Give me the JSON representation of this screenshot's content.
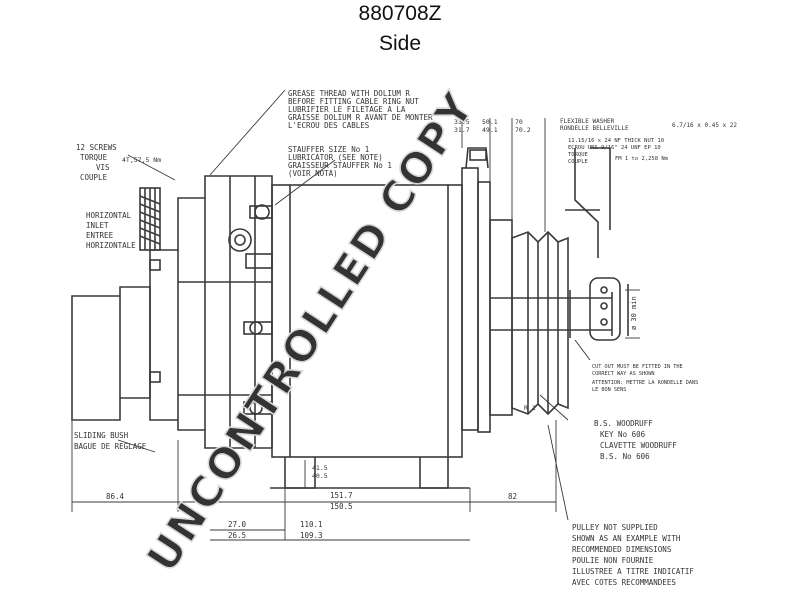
{
  "header": {
    "part_number": "880708Z",
    "view": "Side"
  },
  "watermark": {
    "text": "UNCONTROLLED COPY",
    "color": "#d9d9d9"
  },
  "colors": {
    "ink": "#3a3a3a",
    "background": "#ffffff"
  },
  "annotations": {
    "grease": [
      "GREASE THREAD WITH DOLIUM R",
      "BEFORE FITTING CABLE RING NUT",
      "LUBRIFIER LE FILETAGE A LA",
      "GRAISSE DOLIUM R AVANT DE MONTER",
      "L'ECROU DES CABLES"
    ],
    "screws": [
      "12 SCREWS",
      "TORQUE",
      "VIS",
      "COUPLE"
    ],
    "torque_value": "4T,57,5 Nm",
    "inlet": [
      "HORIZONTAL",
      "INLET",
      "ENTREE",
      "HORIZONTALE"
    ],
    "stauffer": [
      "STAUFFER SIZE No 1",
      "LUBRICATOR (SEE NOTE)",
      "GRAISSEUR STAUFFER No 1",
      "(VOIR NOTA)"
    ],
    "top_dims": [
      "33.5",
      "31.7",
      "50.1",
      "49.1",
      "70",
      "70.2"
    ],
    "washer": [
      "FLEXIBLE WASHER",
      "RONDELLE BELLEVILLE",
      "6.7/16 x 0.45 x 22"
    ],
    "nut": [
      "11.15/16 x 24 NF THICK NUT 10",
      "ECROU UNS 9/16\" 24 UNF EP 10",
      "TORQUE",
      "COUPLE",
      "FM 1 to 2,258 Nm"
    ],
    "pulley_dim": "ø 30 min",
    "cut_out": [
      "CUT OUT MUST BE FITTED IN THE",
      "CORRECT WAY AS SHOWN",
      "ATTENTION: METTRE LA RONDELLE DANS",
      "LE BON SENS"
    ],
    "woodruff": [
      "B.S. WOODRUFF",
      "KEY No 606",
      "CLAVETTE WOODRUFF",
      "B.S. No 606"
    ],
    "pulley_note": [
      "PULLEY NOT SUPPLIED",
      "SHOWN AS AN EXAMPLE WITH",
      "RECOMMENDED DIMENSIONS",
      "POULIE NON FOURNIE",
      "ILLUSTREE A TITRE INDICATIF",
      "AVEC COTES RECOMMANDEES"
    ],
    "sliding": [
      "SLIDING BUSH",
      "BAGUE DE REGLAGE"
    ],
    "bottom_dims": [
      "86.4",
      "151.7",
      "150.5",
      "82",
      "27.0",
      "26.5",
      "110.1",
      "109.3",
      "41.5",
      "40.5"
    ],
    "misc": [
      "R 1"
    ]
  }
}
